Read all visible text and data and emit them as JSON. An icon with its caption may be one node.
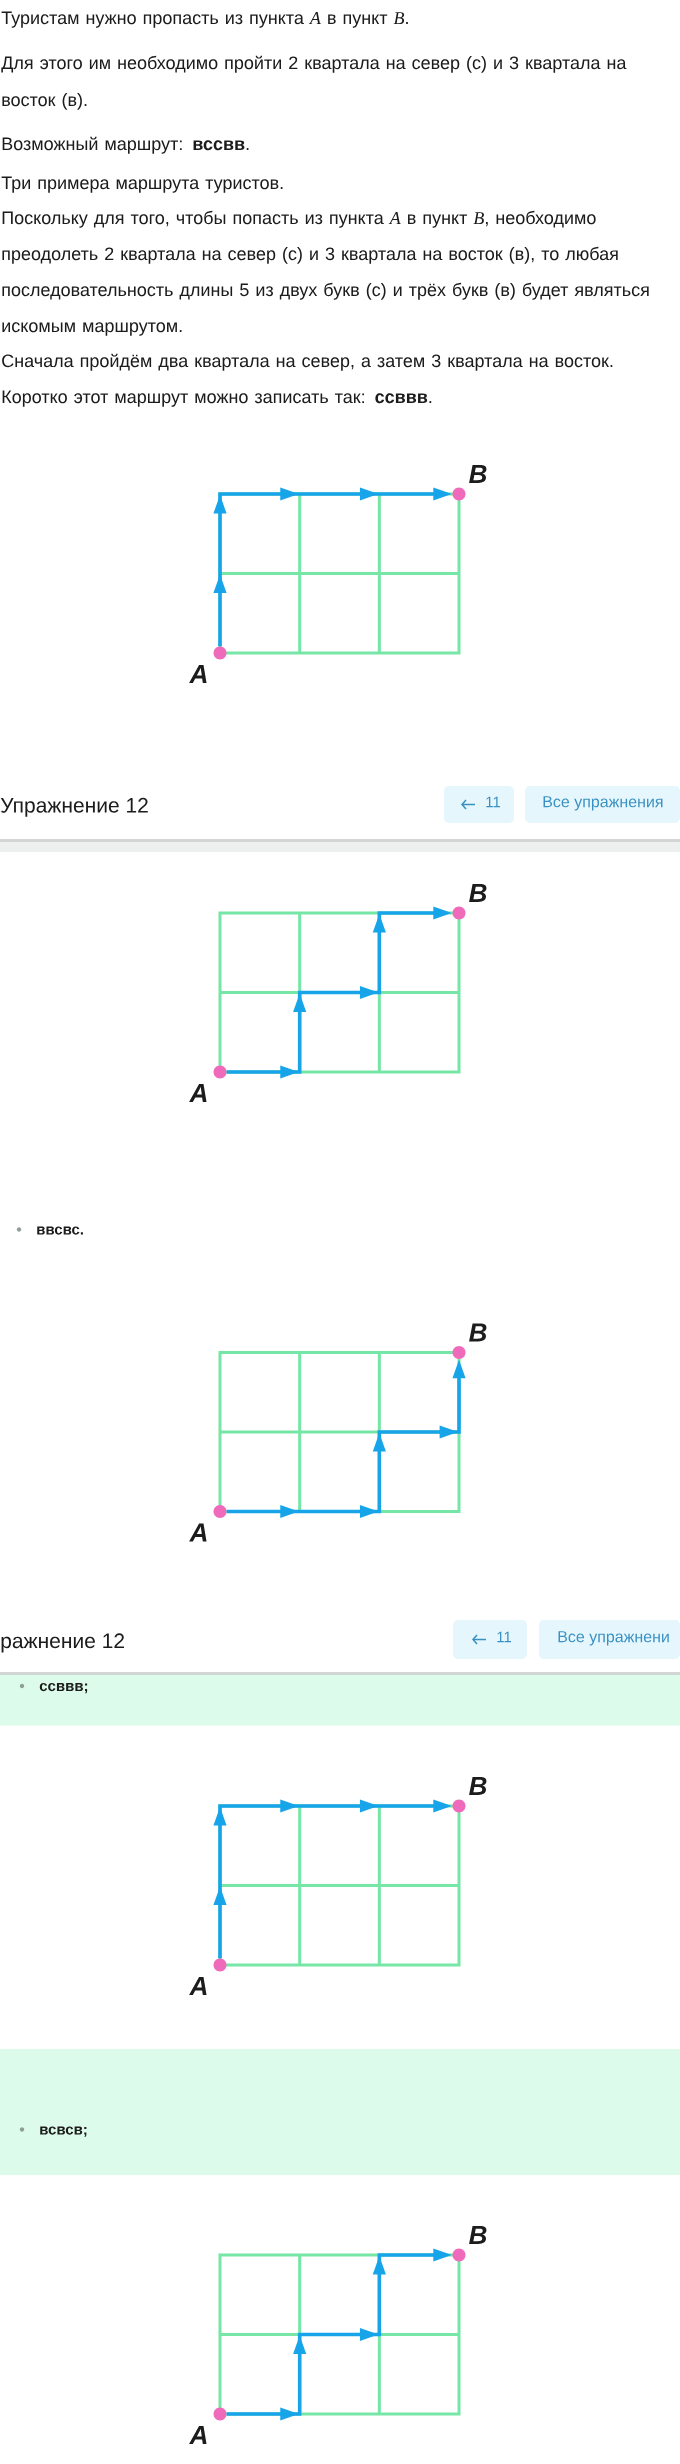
{
  "diagram": {
    "nodes": [
      {
        "text": [],
        "shape": "circle",
        "beside": [
          "A"
        ]
      },
      {
        "text": [],
        "shape": "circle",
        "beside": [
          "B"
        ]
      },
      {
        "text": [],
        "shape": "circle",
        "beside": [
          "A"
        ]
      },
      {
        "text": [],
        "shape": "circle",
        "beside": [
          "B"
        ]
      },
      {
        "text": [],
        "shape": "circle",
        "beside": [
          "A"
        ]
      },
      {
        "text": [],
        "shape": "circle",
        "beside": [
          "B"
        ]
      },
      {
        "text": [],
        "shape": "circle",
        "beside": [
          "A"
        ]
      },
      {
        "text": [],
        "shape": "circle",
        "beside": [
          "B"
        ]
      },
      {
        "text": [],
        "shape": "circle",
        "beside": [
          "A"
        ]
      },
      {
        "text": [],
        "shape": "circle",
        "beside": [
          "B"
        ]
      }
    ],
    "edges": [
      {
        "from": 0,
        "to": 1,
        "arrow": "to"
      },
      {
        "from": 2,
        "to": 3,
        "arrow": "to"
      },
      {
        "from": 4,
        "to": 5,
        "arrow": "to"
      },
      {
        "from": 6,
        "to": 7,
        "arrow": "to"
      },
      {
        "from": 8,
        "to": 9,
        "arrow": "to"
      }
    ],
    "labels": [
      "Туристам нужно пропасть из пункта *A* в пункт *B*.",
      "Для этого им необходимо пройти 2 квартала на север (с) и 3 квартала на восток (в).",
      "Возможный маршрут: **вссвв**.",
      "Три примера маршрута туристов.",
      "Поскольку для того, чтобы попасть из пункта *A* в пункт *B*, необходимо преодолеть 2 квартала на север (с) и 3 квартала на восток (в), то любая последовательность длины 5 из двух букв (с) и трёх букв (в) будет являться искомым маршрутом.",
      "Сначала пройдём два квартала на север, а затем 3 квартала на восток.",
      "Коротко этот маршрут можно записать так: **ссввв**.",
      "Упражнение 12",
      "11",
      "Все упражнения",
      "ввсвс.",
      "ражнение 12",
      "11",
      "Все упражнени",
      "ссввв;",
      "всвсв;"
    ]
  }
}
